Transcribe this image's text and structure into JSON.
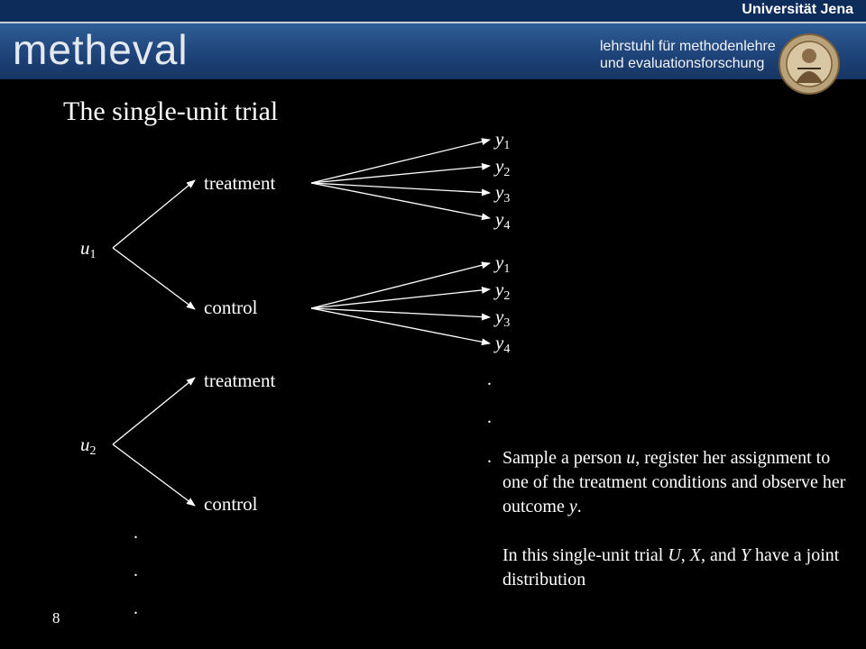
{
  "header": {
    "university": "Universität Jena",
    "logo_text": "metheval",
    "chair_line1": "lehrstuhl für methodenlehre",
    "chair_line2": "und evaluationsforschung"
  },
  "slide": {
    "title": "The single-unit trial",
    "page_number": "8"
  },
  "tree": {
    "units": [
      {
        "label": "u",
        "index": "1"
      },
      {
        "label": "u",
        "index": "2"
      }
    ],
    "conditions": {
      "treatment": "treatment",
      "control": "control"
    },
    "outcomes": [
      {
        "label": "y",
        "index": "1"
      },
      {
        "label": "y",
        "index": "2"
      },
      {
        "label": "y",
        "index": "3"
      },
      {
        "label": "y",
        "index": "4"
      }
    ],
    "ellipsis": "."
  },
  "note": {
    "paragraph1_html": "Sample a person <i>u</i>, register her assignment to one of the treatment conditions and observe her outcome <i>y</i>.",
    "paragraph2_html": "In this single-unit trial <i>U</i>, <i>X</i>, and <i>Y</i> have a joint distribution"
  },
  "colors": {
    "background": "#000000",
    "banner": "#1d4277",
    "text": "#ffffff"
  }
}
